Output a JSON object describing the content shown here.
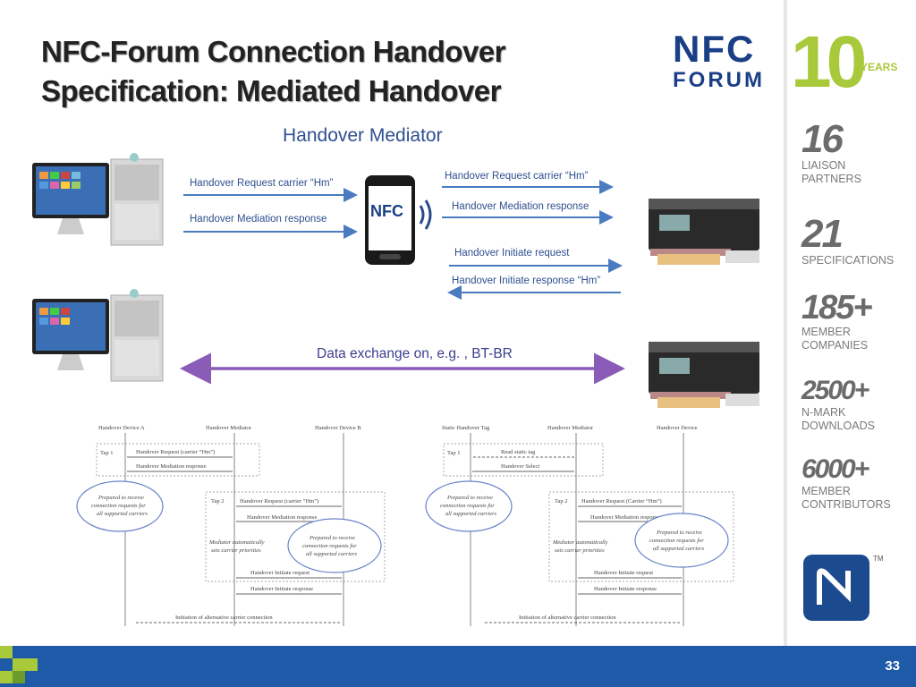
{
  "title": {
    "line1": "NFC-Forum Connection Handover",
    "line2": "Specification: Mediated Handover"
  },
  "subhead": "Handover Mediator",
  "labels": {
    "left_req": "Handover Request carrier “Hm”",
    "left_resp": "Handover Mediation response",
    "right_req": "Handover Request carrier “Hm”",
    "right_resp": "Handover Mediation response",
    "init_req": "Handover Initiate  request",
    "init_resp": "Handover Initiate response “Hm”",
    "data_exchange": "Data exchange on, e.g. , BT-BR"
  },
  "phone_badge": "NFC",
  "logo": {
    "line1": "NFC",
    "line2": "FORUM",
    "years_num": "10",
    "years_txt": "YEARS"
  },
  "stats": [
    {
      "num": "16",
      "label": "LIAISON PARTNERS"
    },
    {
      "num": "21",
      "label": "SPECIFICATIONS"
    },
    {
      "num": "185+",
      "label": "MEMBER COMPANIES"
    },
    {
      "num": "2500+",
      "label": "N-MARK DOWNLOADS"
    },
    {
      "num": "6000+",
      "label": "MEMBER CONTRIBUTORS"
    }
  ],
  "nmark_tm": "TM",
  "page_number": "33",
  "diagram_left": {
    "cols": [
      "Handover Device A",
      "Handover Mediator",
      "Handover Device B"
    ],
    "tap1": "Tap 1",
    "tap2": "Tap 2",
    "msg1": "Handover Request (carrier “Hm”)",
    "msg2": "Handover Mediation response",
    "msg3": "Handover Request (carrier “Hm”)",
    "msg4": "Handover Mediation response",
    "note1a": "Prepared to receive",
    "note1b": "connection requests for",
    "note1c": "all supported carriers",
    "note2a": "Mediator automatically",
    "note2b": "sets carrier priorities",
    "note3a": "Prepared to receive",
    "note3b": "connection requests for",
    "note3c": "all supported carriers",
    "msg5": "Handover Initiate request",
    "msg6": "Handover Initiate response",
    "msg7": "Initiation of alternative carrier connection"
  },
  "diagram_right": {
    "cols": [
      "Static Handover Tag",
      "Handover Mediator",
      "Handover Device"
    ],
    "tap1": "Tap 1",
    "tap2": "Tap 2",
    "msg1": "Read static tag",
    "msg2": "Handover Select",
    "msg3": "Handover Request (Carrier “Hm”)",
    "msg4": "Handover Mediation response",
    "note1a": "Prepared to receive",
    "note1b": "connection requests for",
    "note1c": "all supported carriers",
    "note2a": "Mediator automatically",
    "note2b": "sets carrier priorities",
    "note3a": "Prepared to receive",
    "note3b": "connection requests for",
    "note3c": "all supported carriers",
    "msg5": "Handover Initiate request",
    "msg6": "Handover Initiate response",
    "msg7": "Initiation of alternative carrier connection"
  },
  "colors": {
    "arrow_blue": "#4a7bc0",
    "arrow_purple": "#8a5cb8",
    "footer": "#1e5aa8",
    "accent_green": "#a8c93a"
  }
}
